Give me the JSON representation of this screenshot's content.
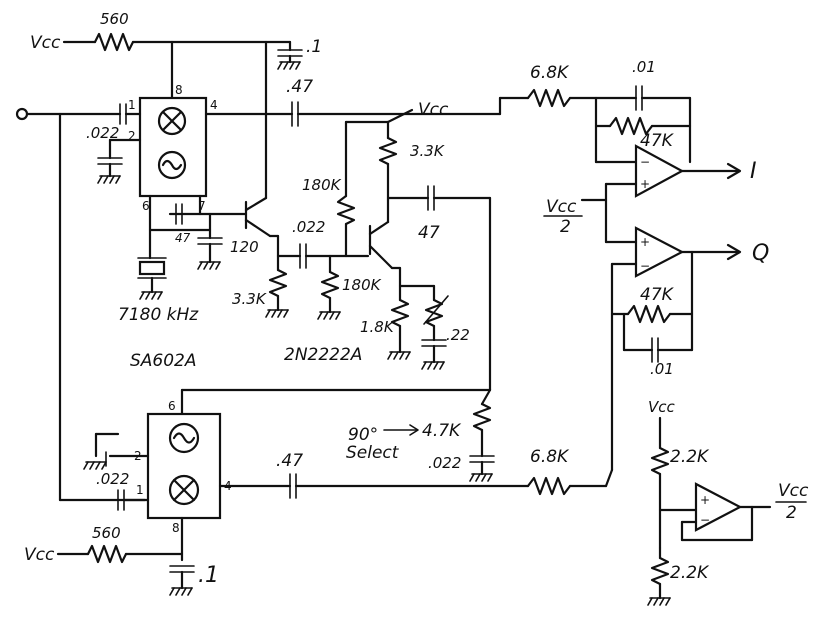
{
  "labels": {
    "vcc": "Vcc",
    "r560": "560",
    "c01": ".1",
    "c47": ".47",
    "c022": ".022",
    "r68k": "6.8K",
    "c001": ".01",
    "r47k": "47K",
    "r33k": "3.3K",
    "r180k": "180K",
    "c47pf": "47",
    "c120": "120",
    "crystal": "7180 kHz",
    "r18k": "1.8K",
    "c22": ".22",
    "ic": "SA602A",
    "transistor": "2N2222A",
    "vcc2_num": "Vcc",
    "vcc2_den": "2",
    "out_i": "I",
    "out_q": "Q",
    "r22k": "2.2K",
    "select_deg": "90°",
    "select_word": "Select",
    "r47": "4.7K"
  },
  "pins": {
    "p1": "1",
    "p2": "2",
    "p4": "4",
    "p6": "6",
    "p7": "7",
    "p8": "8"
  }
}
